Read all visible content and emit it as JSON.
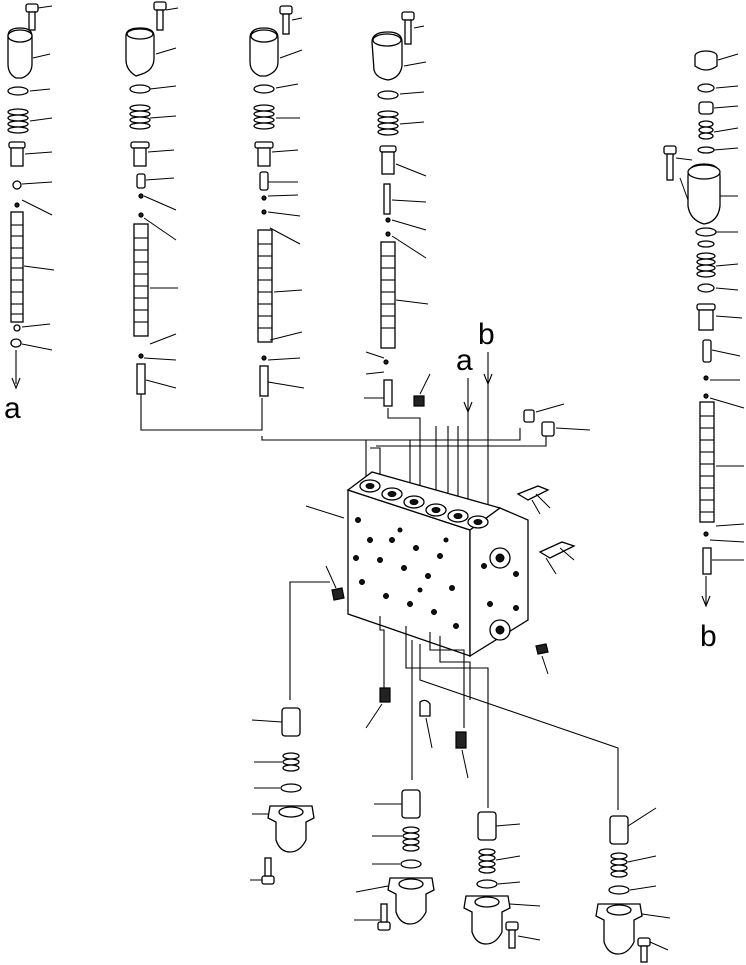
{
  "diagram": {
    "reference_labels": {
      "a_left": "a",
      "a_right": "a",
      "b_top": "b",
      "b_bottom": "b"
    }
  }
}
